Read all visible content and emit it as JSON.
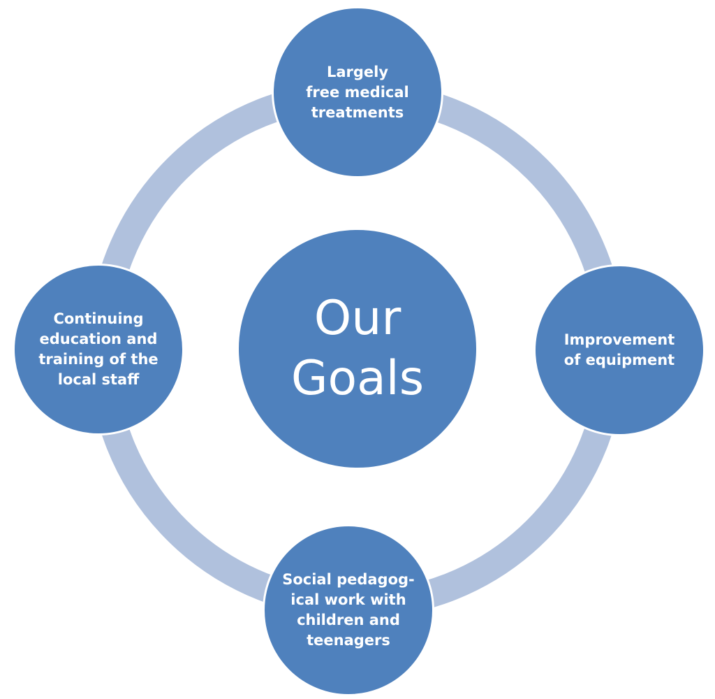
{
  "colors": {
    "node_fill": "#4f81bd",
    "ring": "#b0c1dd",
    "text": "#ffffff"
  },
  "center": {
    "label": "Our\nGoals"
  },
  "nodes": {
    "top": "Largely\nfree medical\ntreatments",
    "right": "Improvement\nof equipment",
    "bottom": "Social pedagog-\nical work with\nchildren and\nteenagers",
    "left": "Continuing\neducation and\ntraining of the\nlocal staff"
  }
}
